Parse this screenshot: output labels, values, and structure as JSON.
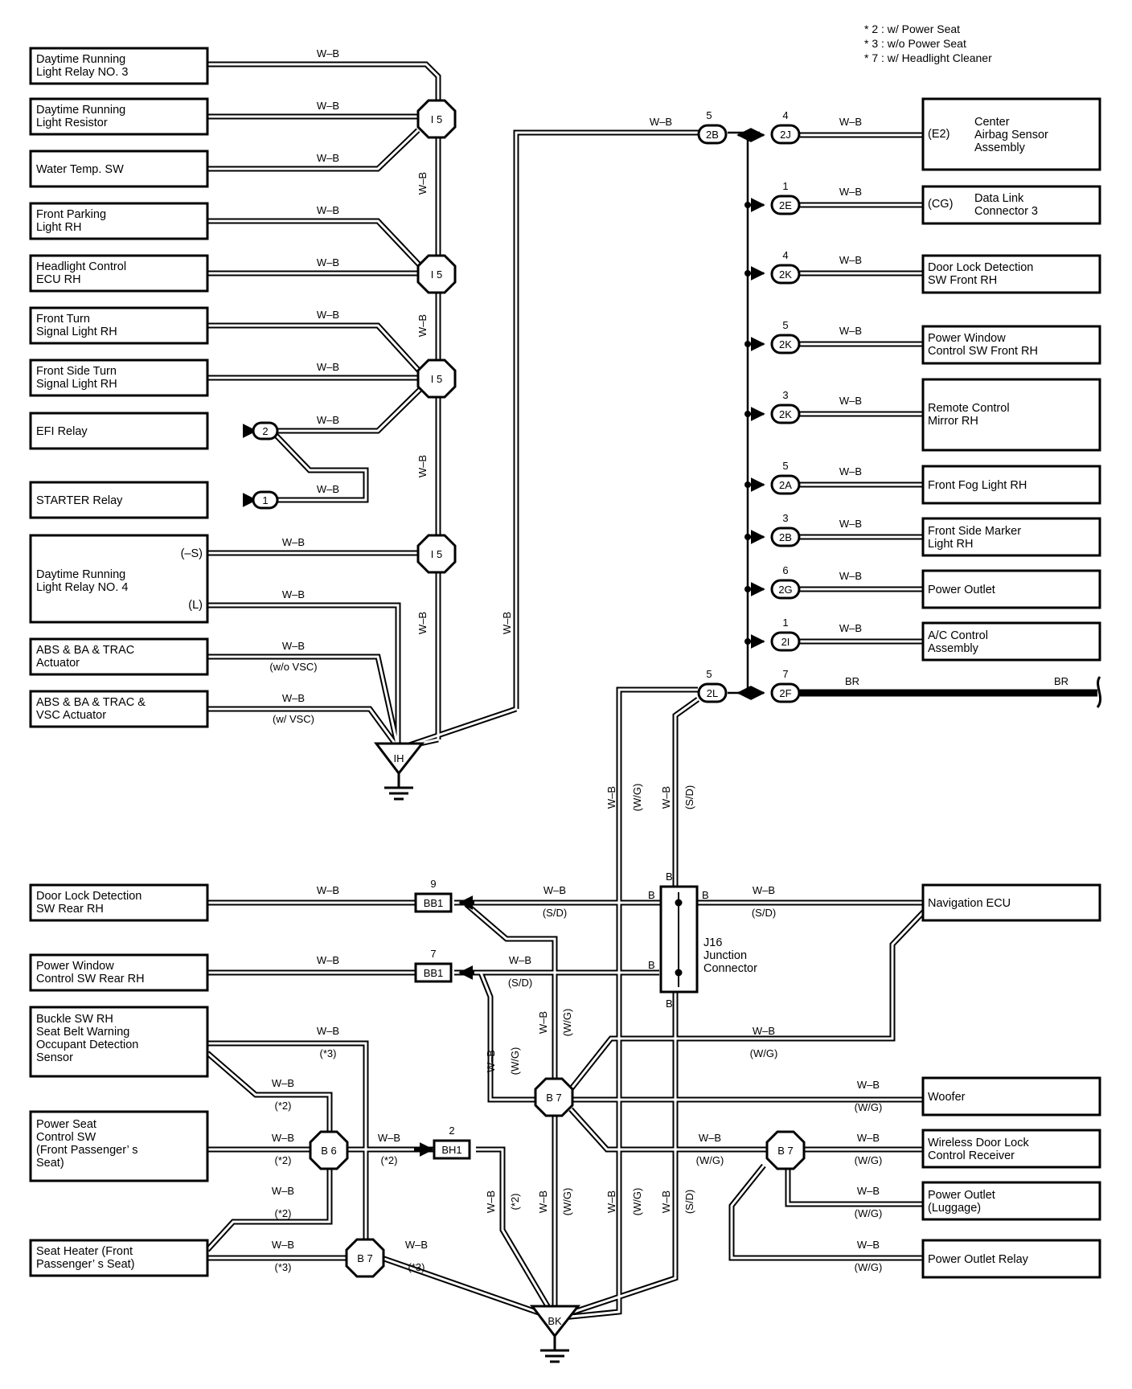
{
  "notes": [
    "* 2 : w/ Power Seat",
    "* 3 : w/o Power Seat",
    "* 7 : w/ Headlight Cleaner"
  ],
  "components": {
    "drl_relay_3": [
      "Daytime Running",
      "Light Relay NO. 3"
    ],
    "drl_resistor": [
      "Daytime Running",
      "Light Resistor"
    ],
    "water_temp_sw": [
      "Water Temp.  SW"
    ],
    "front_parking_rh": [
      "Front Parking",
      "Light RH"
    ],
    "headlight_ecu_rh": [
      "Headlight Control",
      "ECU RH"
    ],
    "front_turn_rh": [
      "Front Turn",
      "Signal Light RH"
    ],
    "front_side_turn_rh": [
      "Front Side Turn",
      "Signal Light RH"
    ],
    "efi_relay": [
      "EFI Relay"
    ],
    "starter_relay": [
      "STARTER Relay"
    ],
    "drl_relay_4": [
      "Daytime Running",
      "Light Relay NO. 4"
    ],
    "abs_trac": [
      "ABS & BA & TRAC",
      "Actuator"
    ],
    "abs_trac_vsc": [
      "ABS & BA & TRAC &",
      "VSC Actuator"
    ],
    "airbag": [
      "Center",
      "Airbag Sensor",
      "Assembly"
    ],
    "dlc3": [
      "Data Link",
      "Connector 3"
    ],
    "door_lock_fr": [
      "Door Lock Detection",
      "SW Front RH"
    ],
    "pw_sw_fr": [
      "Power Window",
      "Control SW Front RH"
    ],
    "mirror_rh": [
      "Remote Control",
      " Mirror RH"
    ],
    "fog_rh": [
      "Front Fog Light RH"
    ],
    "side_marker_rh": [
      "Front Side Marker",
      "Light RH"
    ],
    "power_outlet": [
      "Power Outlet"
    ],
    "ac_control": [
      "A/C Control",
      "Assembly"
    ],
    "door_lock_rr": [
      "Door Lock Detection",
      "SW Rear RH"
    ],
    "pw_sw_rr": [
      "Power Window",
      "Control SW Rear RH"
    ],
    "buckle_sw": [
      "Buckle SW RH",
      "Seat Belt Warning",
      "Occupant Detection",
      "Sensor"
    ],
    "power_seat_sw": [
      "Power Seat",
      "Control SW",
      "(Front Passenger’ s",
      " Seat)"
    ],
    "seat_heater": [
      "Seat Heater (Front",
      "Passenger’ s Seat)"
    ],
    "nav_ecu": [
      "Navigation ECU"
    ],
    "woofer": [
      "Woofer"
    ],
    "wireless_door_lock": [
      "Wireless Door Lock",
      "Control Receiver"
    ],
    "power_outlet_luggage": [
      "Power Outlet",
      "(Luggage)"
    ],
    "power_outlet_relay": [
      "Power Outlet Relay"
    ],
    "junction": [
      "J16",
      "Junction",
      "Connector"
    ]
  },
  "pins": {
    "drl4_s": "(–S)",
    "drl4_l": "(L)",
    "airbag_e2": "(E2)",
    "dlc_cg": "(CG)",
    "j16_b1": "B",
    "j16_b2": "B",
    "j16_b3": "B",
    "j16_b4": "B",
    "j16_b5": "B"
  },
  "nodes": {
    "i5": "I 5",
    "ih": "IH",
    "bk": "BK",
    "b6": "B 6",
    "b7": "B 7",
    "c2": "2",
    "c1": "1",
    "bb1": "BB1",
    "bh1": "BH1",
    "2b": "2B",
    "2j": "2J",
    "2e": "2E",
    "2k": "2K",
    "2a": "2A",
    "2g": "2G",
    "2i": "2I",
    "2l": "2L",
    "2f": "2F"
  },
  "pin_numbers": {
    "2b_5": "5",
    "2j_4": "4",
    "2e_1": "1",
    "2k_4": "4",
    "2k_5": "5",
    "2k_3": "3",
    "2a_5": "5",
    "2b_3": "3",
    "2g_6": "6",
    "2i_1": "1",
    "2l_5": "5",
    "2f_7": "7",
    "bb1_9": "9",
    "bb1_7": "7",
    "bh1_2": "2"
  },
  "wire_labels": {
    "wb": "W–B",
    "br": "BR",
    "wo_vsc": "(w/o VSC)",
    "w_vsc": "(w/ VSC)",
    "sd": "(S/D)",
    "wg": "(W/G)",
    "star2": "(*2)",
    "star3": "(*3)"
  }
}
